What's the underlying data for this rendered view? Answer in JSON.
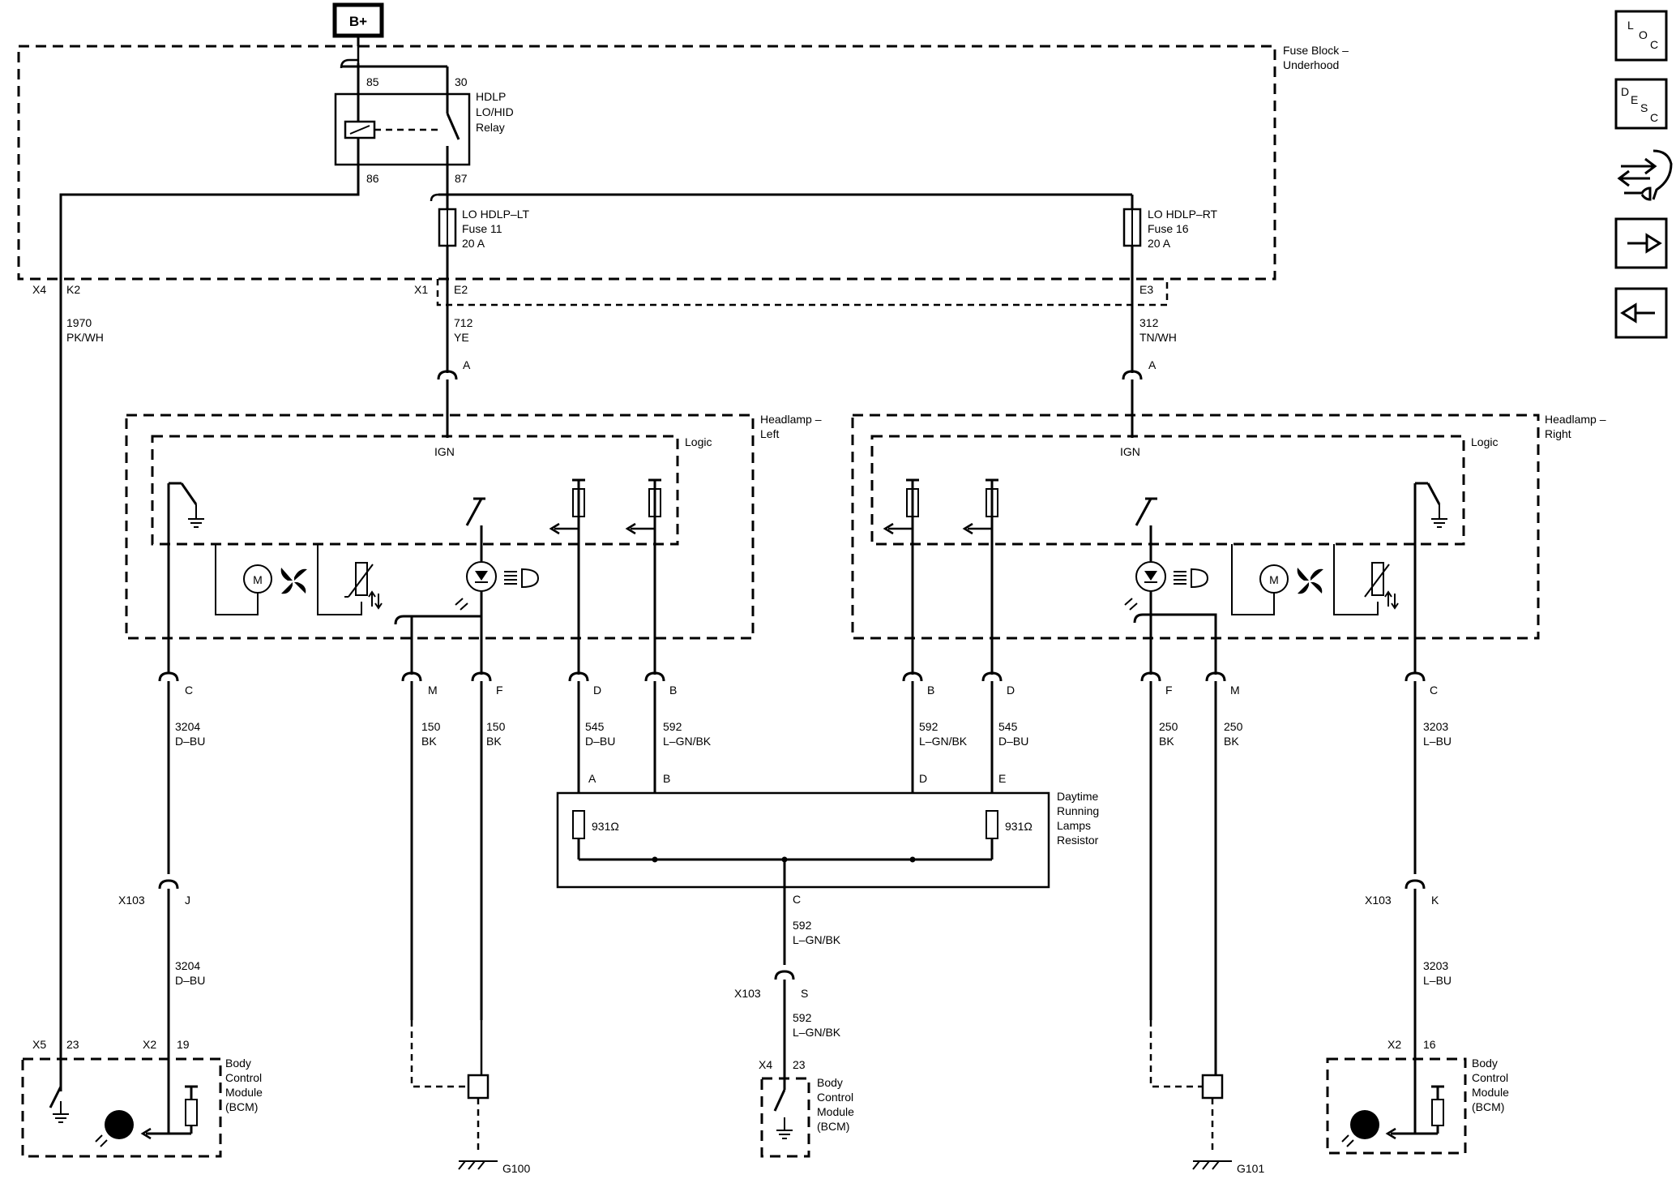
{
  "power": {
    "label": "B+"
  },
  "fuse_block": {
    "title_line1": "Fuse Block –",
    "title_line2": "Underhood",
    "relay": {
      "line1": "HDLP",
      "line2": "LO/HID",
      "line3": "Relay",
      "pin85": "85",
      "pin30": "30",
      "pin86": "86",
      "pin87": "87"
    },
    "fuse_left": {
      "line1": "LO HDLP–LT",
      "line2": "Fuse 11",
      "line3": "20 A"
    },
    "fuse_right": {
      "line1": "LO HDLP–RT",
      "line2": "Fuse 16",
      "line3": "20 A"
    },
    "conn_x4": "X4",
    "conn_k2": "K2",
    "conn_x1": "X1",
    "conn_e2": "E2",
    "conn_e3": "E3"
  },
  "wires": {
    "w1970_num": "1970",
    "w1970_color": "PK/WH",
    "w712_num": "712",
    "w712_color": "YE",
    "w312_num": "312",
    "w312_color": "TN/WH",
    "w3204_num": "3204",
    "w3204_color": "D–BU",
    "w150_num": "150",
    "w150_color": "BK",
    "w545_num": "545",
    "w545_color": "D–BU",
    "w592_num": "592",
    "w592_color": "L–GN/BK",
    "w250_num": "250",
    "w250_color": "BK",
    "w3203_num": "3203",
    "w3203_color": "L–BU"
  },
  "headlamp_left": {
    "title_line1": "Headlamp –",
    "title_line2": "Left",
    "logic": "Logic",
    "ign": "IGN",
    "pin_a": "A",
    "pin_c": "C",
    "pin_m": "M",
    "pin_f": "F",
    "pin_d": "D",
    "pin_b": "B"
  },
  "headlamp_right": {
    "title_line1": "Headlamp –",
    "title_line2": "Right",
    "logic": "Logic",
    "ign": "IGN",
    "pin_a": "A",
    "pin_b": "B",
    "pin_d": "D",
    "pin_f": "F",
    "pin_m": "M",
    "pin_c": "C"
  },
  "drl_resistor": {
    "line1": "Daytime",
    "line2": "Running",
    "line3": "Lamps",
    "line4": "Resistor",
    "pin_a": "A",
    "pin_b": "B",
    "pin_d": "D",
    "pin_e": "E",
    "pin_c": "C",
    "res_left": "931Ω",
    "res_right": "931Ω"
  },
  "connectors": {
    "x103": "X103",
    "pin_j": "J",
    "pin_s": "S",
    "pin_k": "K",
    "x5": "X5",
    "pin23": "23",
    "x2": "X2",
    "pin19": "19",
    "x4": "X4",
    "pin16": "16"
  },
  "bcm": {
    "line1": "Body",
    "line2": "Control",
    "line3": "Module",
    "line4": "(BCM)"
  },
  "grounds": {
    "g100": "G100",
    "g101": "G101"
  },
  "side_nav": {
    "loc": {
      "c1": "L",
      "c2": "O",
      "c3": "C"
    },
    "desc": {
      "c1": "D",
      "c2": "E",
      "c3": "S",
      "c4": "C"
    },
    "icons": [
      "location-icon",
      "description-icon",
      "connector-repair-icon",
      "next-arrow-icon",
      "previous-arrow-icon"
    ]
  }
}
